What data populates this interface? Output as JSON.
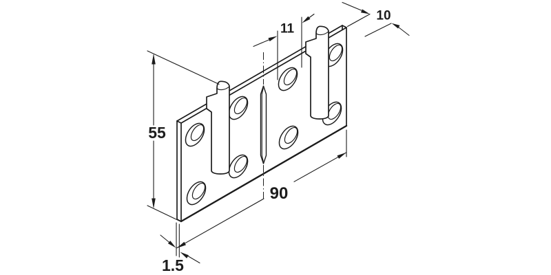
{
  "drawing": {
    "description": "Isometric technical drawing of a suspension plate with two hanging hooks",
    "background_color": "#ffffff",
    "line_color": "#1c1c1c",
    "labels": {
      "height": "55",
      "width": "90",
      "thickness": "1.5",
      "hook_offset": "11",
      "hook_depth": "10"
    },
    "features": {
      "hole_count": 8,
      "hook_count": 2,
      "slot_count": 1
    }
  }
}
